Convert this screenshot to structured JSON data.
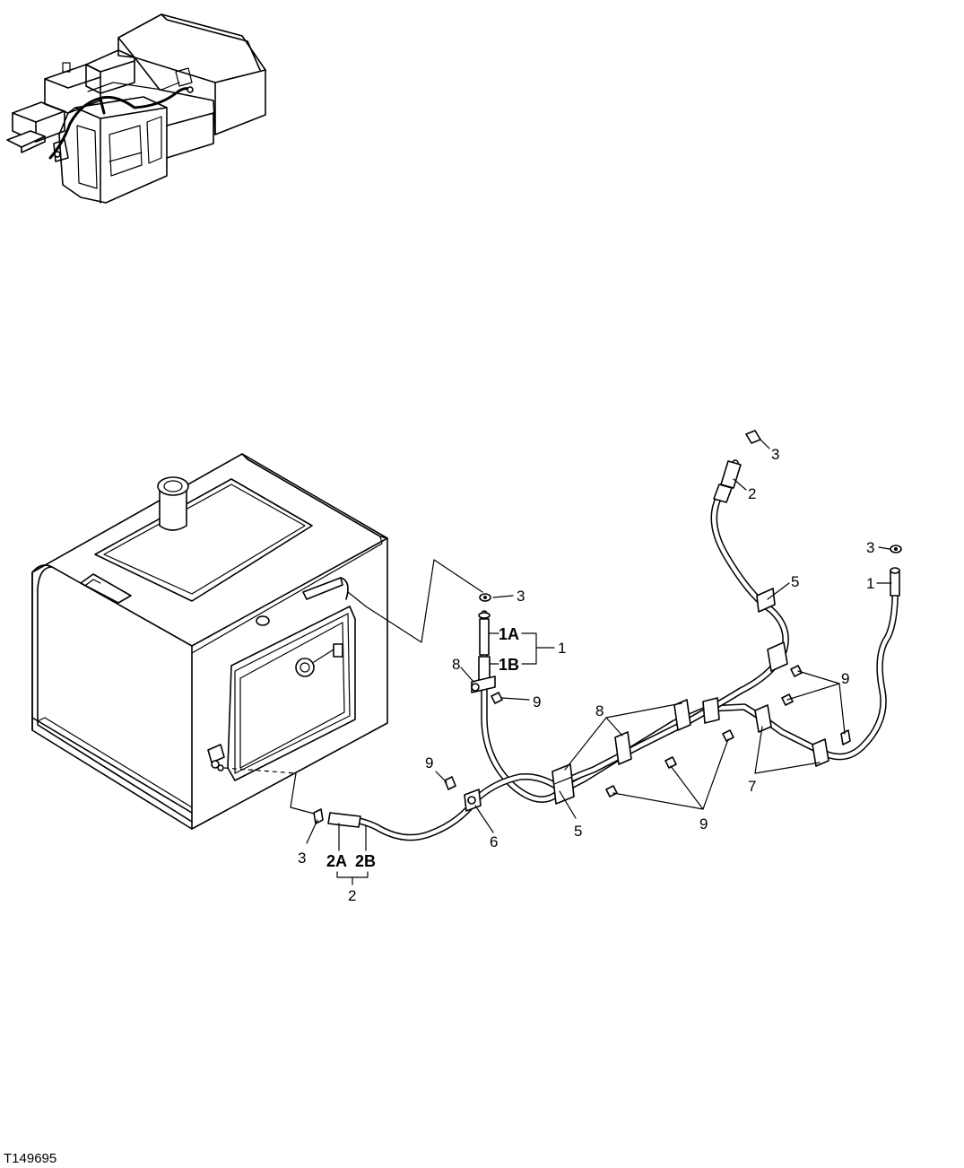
{
  "figure_id": "T149695",
  "callouts": {
    "c1_top": "1",
    "c1A": "1A",
    "c1B": "1B",
    "c1_group": "1",
    "c2_top": "2",
    "c2A": "2A",
    "c2B": "2B",
    "c2_group": "2",
    "c3_top": "3",
    "c3_right": "3",
    "c3_mid": "3",
    "c3_bottom": "3",
    "c5_right": "5",
    "c5_mid": "5",
    "c6": "6",
    "c7": "7",
    "c8_left": "8",
    "c8_mid": "8",
    "c9_mid": "9",
    "c9_left": "9",
    "c9_right": "9",
    "c9_bottom": "9"
  }
}
